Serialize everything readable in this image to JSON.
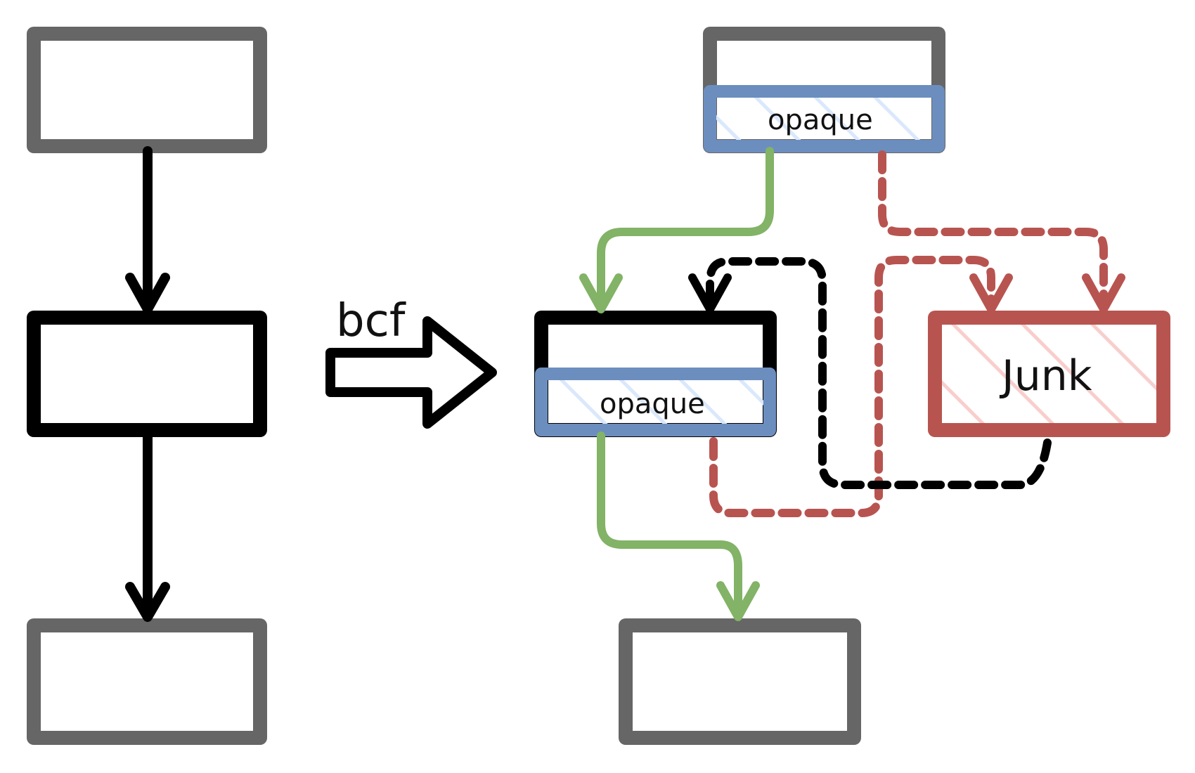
{
  "diagram": {
    "transform_label": "bcf",
    "opaque_top_label": "opaque",
    "opaque_mid_label": "opaque",
    "junk_label": "Junk"
  },
  "colors": {
    "gray_box": "#666666",
    "black": "#000000",
    "blue_opaque": "#6c8ebf",
    "blue_hatch": "#dae8fc",
    "green_edge": "#82b366",
    "red_junk": "#b85450",
    "red_hatch": "#f8cecc"
  },
  "icons": {
    "transform_arrow": "right-arrow-icon"
  }
}
